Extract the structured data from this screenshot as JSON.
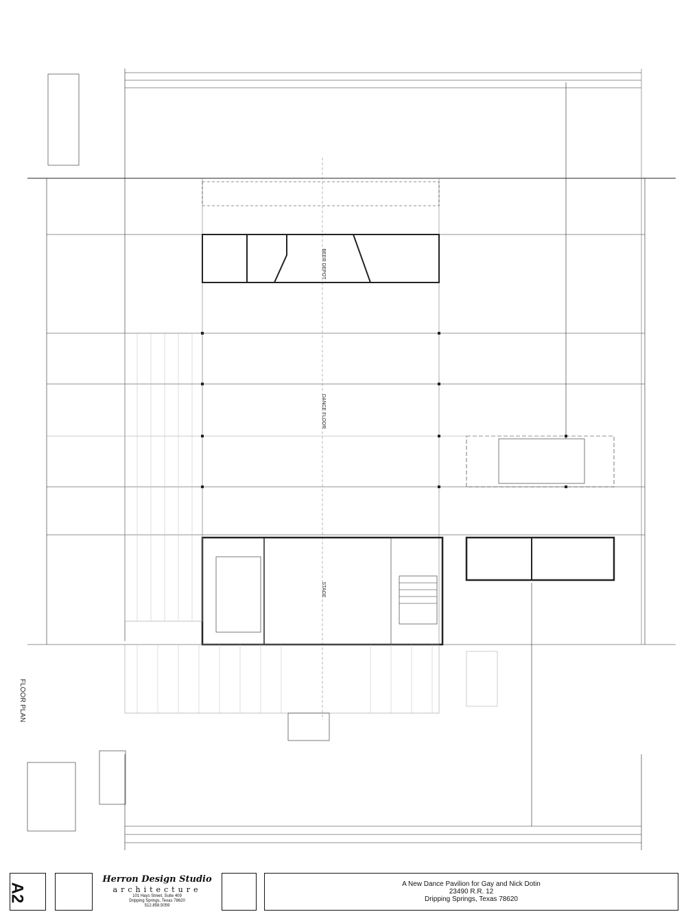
{
  "title_block": {
    "sheet_number": "A2",
    "studio_name": "Herron Design Studio",
    "studio_subtitle": "architecture",
    "studio_address_1": "101 Hays Street, Suite 409",
    "studio_address_2": "Dripping Springs, Texas 78620",
    "studio_phone": "512.858.5059",
    "project_line_1": "A New Dance Pavilion for Gay and Nick Dotin",
    "project_line_2": "23490 R.R. 12",
    "project_line_3": "Dripping Springs, Texas 78620"
  },
  "drawing": {
    "rooms": [
      "BEER DEPOT",
      "DANCE FLOOR",
      "STAGE"
    ],
    "plan_label": "FLOOR PLAN"
  }
}
